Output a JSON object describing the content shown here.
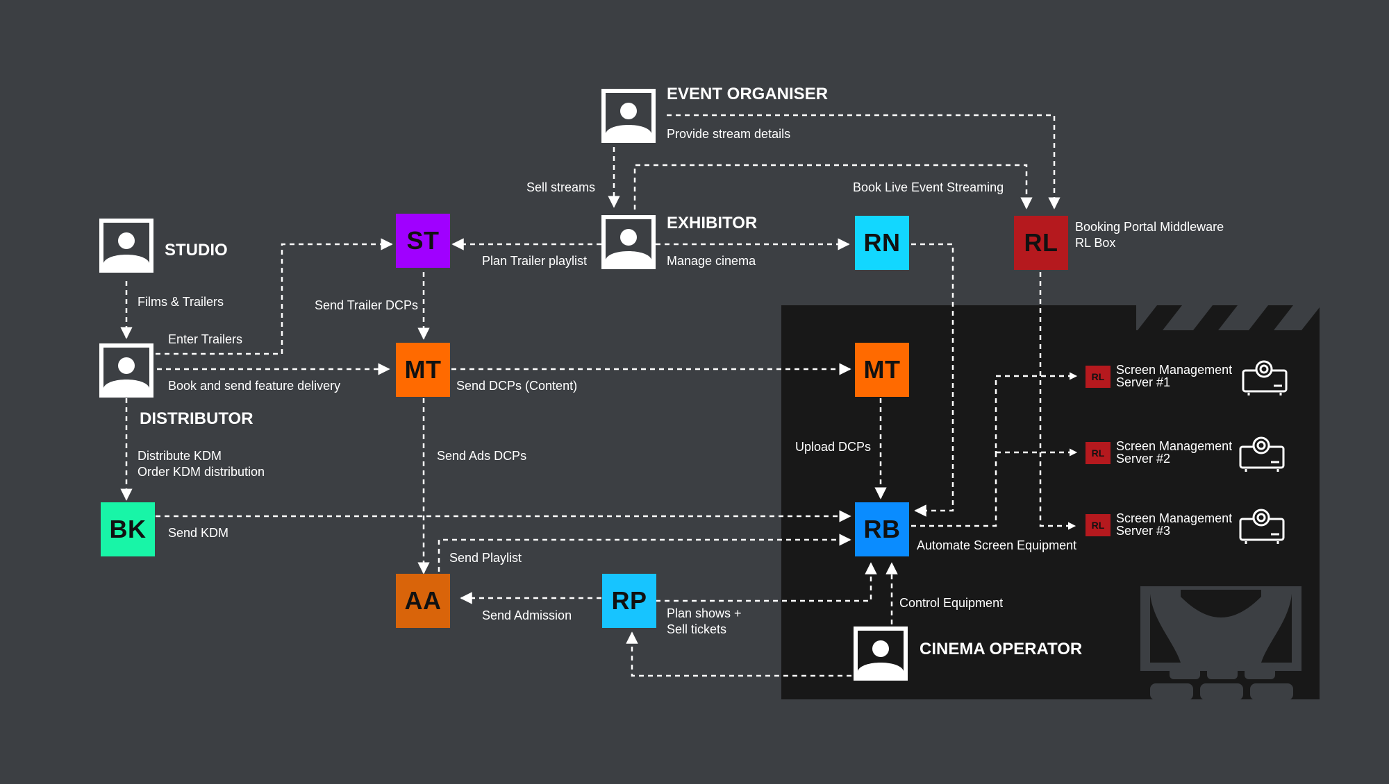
{
  "colors": {
    "background": "#3c3f43",
    "cinema_panel": "#181818",
    "ST": "#a000ff",
    "MT": "#ff6a00",
    "AA": "#d9640a",
    "RP": "#17c4ff",
    "RN": "#12d7ff",
    "RL": "#b5191e",
    "RB": "#0a8cff",
    "BK": "#18f5a7"
  },
  "actors": {
    "event_organiser": "EVENT ORGANISER",
    "exhibitor": "EXHIBITOR",
    "studio": "STUDIO",
    "distributor": "DISTRIBUTOR",
    "cinema_operator": "CINEMA OPERATOR"
  },
  "boxes": {
    "st": "ST",
    "mt_top": "MT",
    "mt_cinema": "MT",
    "aa": "AA",
    "rp": "RP",
    "rn": "RN",
    "rl": "RL",
    "rb": "RB",
    "bk": "BK"
  },
  "labels": {
    "provide_stream": "Provide stream details",
    "sell_streams": "Sell streams",
    "book_live": "Book Live Event Streaming",
    "rl_line1": "Booking Portal Middleware",
    "rl_line2": "RL Box",
    "plan_trailer": "Plan Trailer playlist",
    "manage_cinema": "Manage cinema",
    "films_trailers": "Films & Trailers",
    "send_trailer_dcps": "Send Trailer DCPs",
    "enter_trailers": "Enter Trailers",
    "book_send_feature": "Book and send feature delivery",
    "send_dcps_content": "Send DCPs (Content)",
    "distribute_kdm": "Distribute KDM",
    "order_kdm": "Order KDM distribution",
    "send_ads_dcps": "Send Ads DCPs",
    "upload_dcps": "Upload DCPs",
    "send_kdm": "Send KDM",
    "automate": "Automate Screen Equipment",
    "send_playlist": "Send Playlist",
    "send_admission": "Send Admission",
    "plan_shows": "Plan shows +",
    "sell_tickets": "Sell tickets",
    "control_equipment": "Control Equipment"
  },
  "servers": [
    {
      "badge": "RL",
      "line1": "Screen Management",
      "line2": "Server #1"
    },
    {
      "badge": "RL",
      "line1": "Screen Management",
      "line2": "Server #2"
    },
    {
      "badge": "RL",
      "line1": "Screen Management",
      "line2": "Server #3"
    }
  ]
}
